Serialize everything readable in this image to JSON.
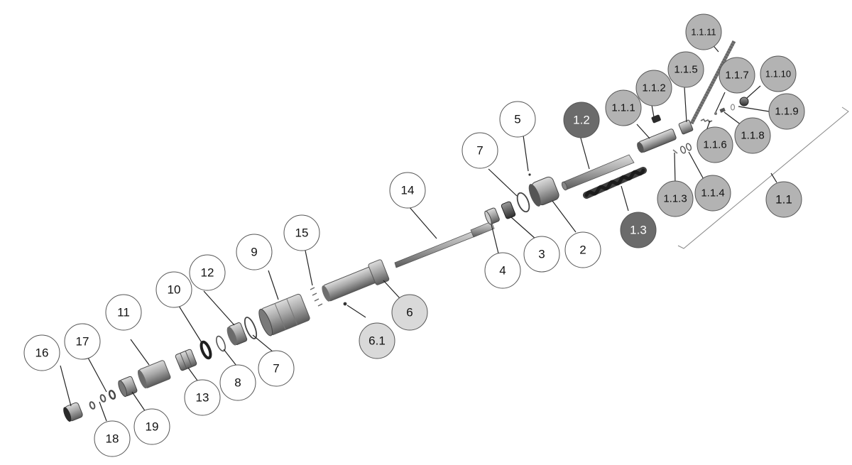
{
  "colors": {
    "callout_white": "#ffffff",
    "callout_light": "#d9d9d9",
    "callout_mid": "#b3b3b3",
    "callout_dark": "#6b6b6b",
    "part_metal": "#9a9a9a",
    "part_shadow": "#3a3a3a"
  },
  "callouts": {
    "c16": "16",
    "c17": "17",
    "c18": "18",
    "c19": "19",
    "c11": "11",
    "c13": "13",
    "c10": "10",
    "c12": "12",
    "c8": "8",
    "c9": "9",
    "c7a": "7",
    "c15": "15",
    "c6": "6",
    "c61": "6.1",
    "c14": "14",
    "c4": "4",
    "c3": "3",
    "c7b": "7",
    "c5": "5",
    "c2": "2",
    "c12b": "1.2",
    "c13b": "1.3",
    "c111": "1.1.1",
    "c112": "1.1.2",
    "c115": "1.1.5",
    "c1111": "1.1.11",
    "c117": "1.1.7",
    "c1110": "1.1.10",
    "c119": "1.1.9",
    "c118": "1.1.8",
    "c116": "1.1.6",
    "c113": "1.1.3",
    "c114": "1.1.4",
    "c11b": "1.1"
  }
}
